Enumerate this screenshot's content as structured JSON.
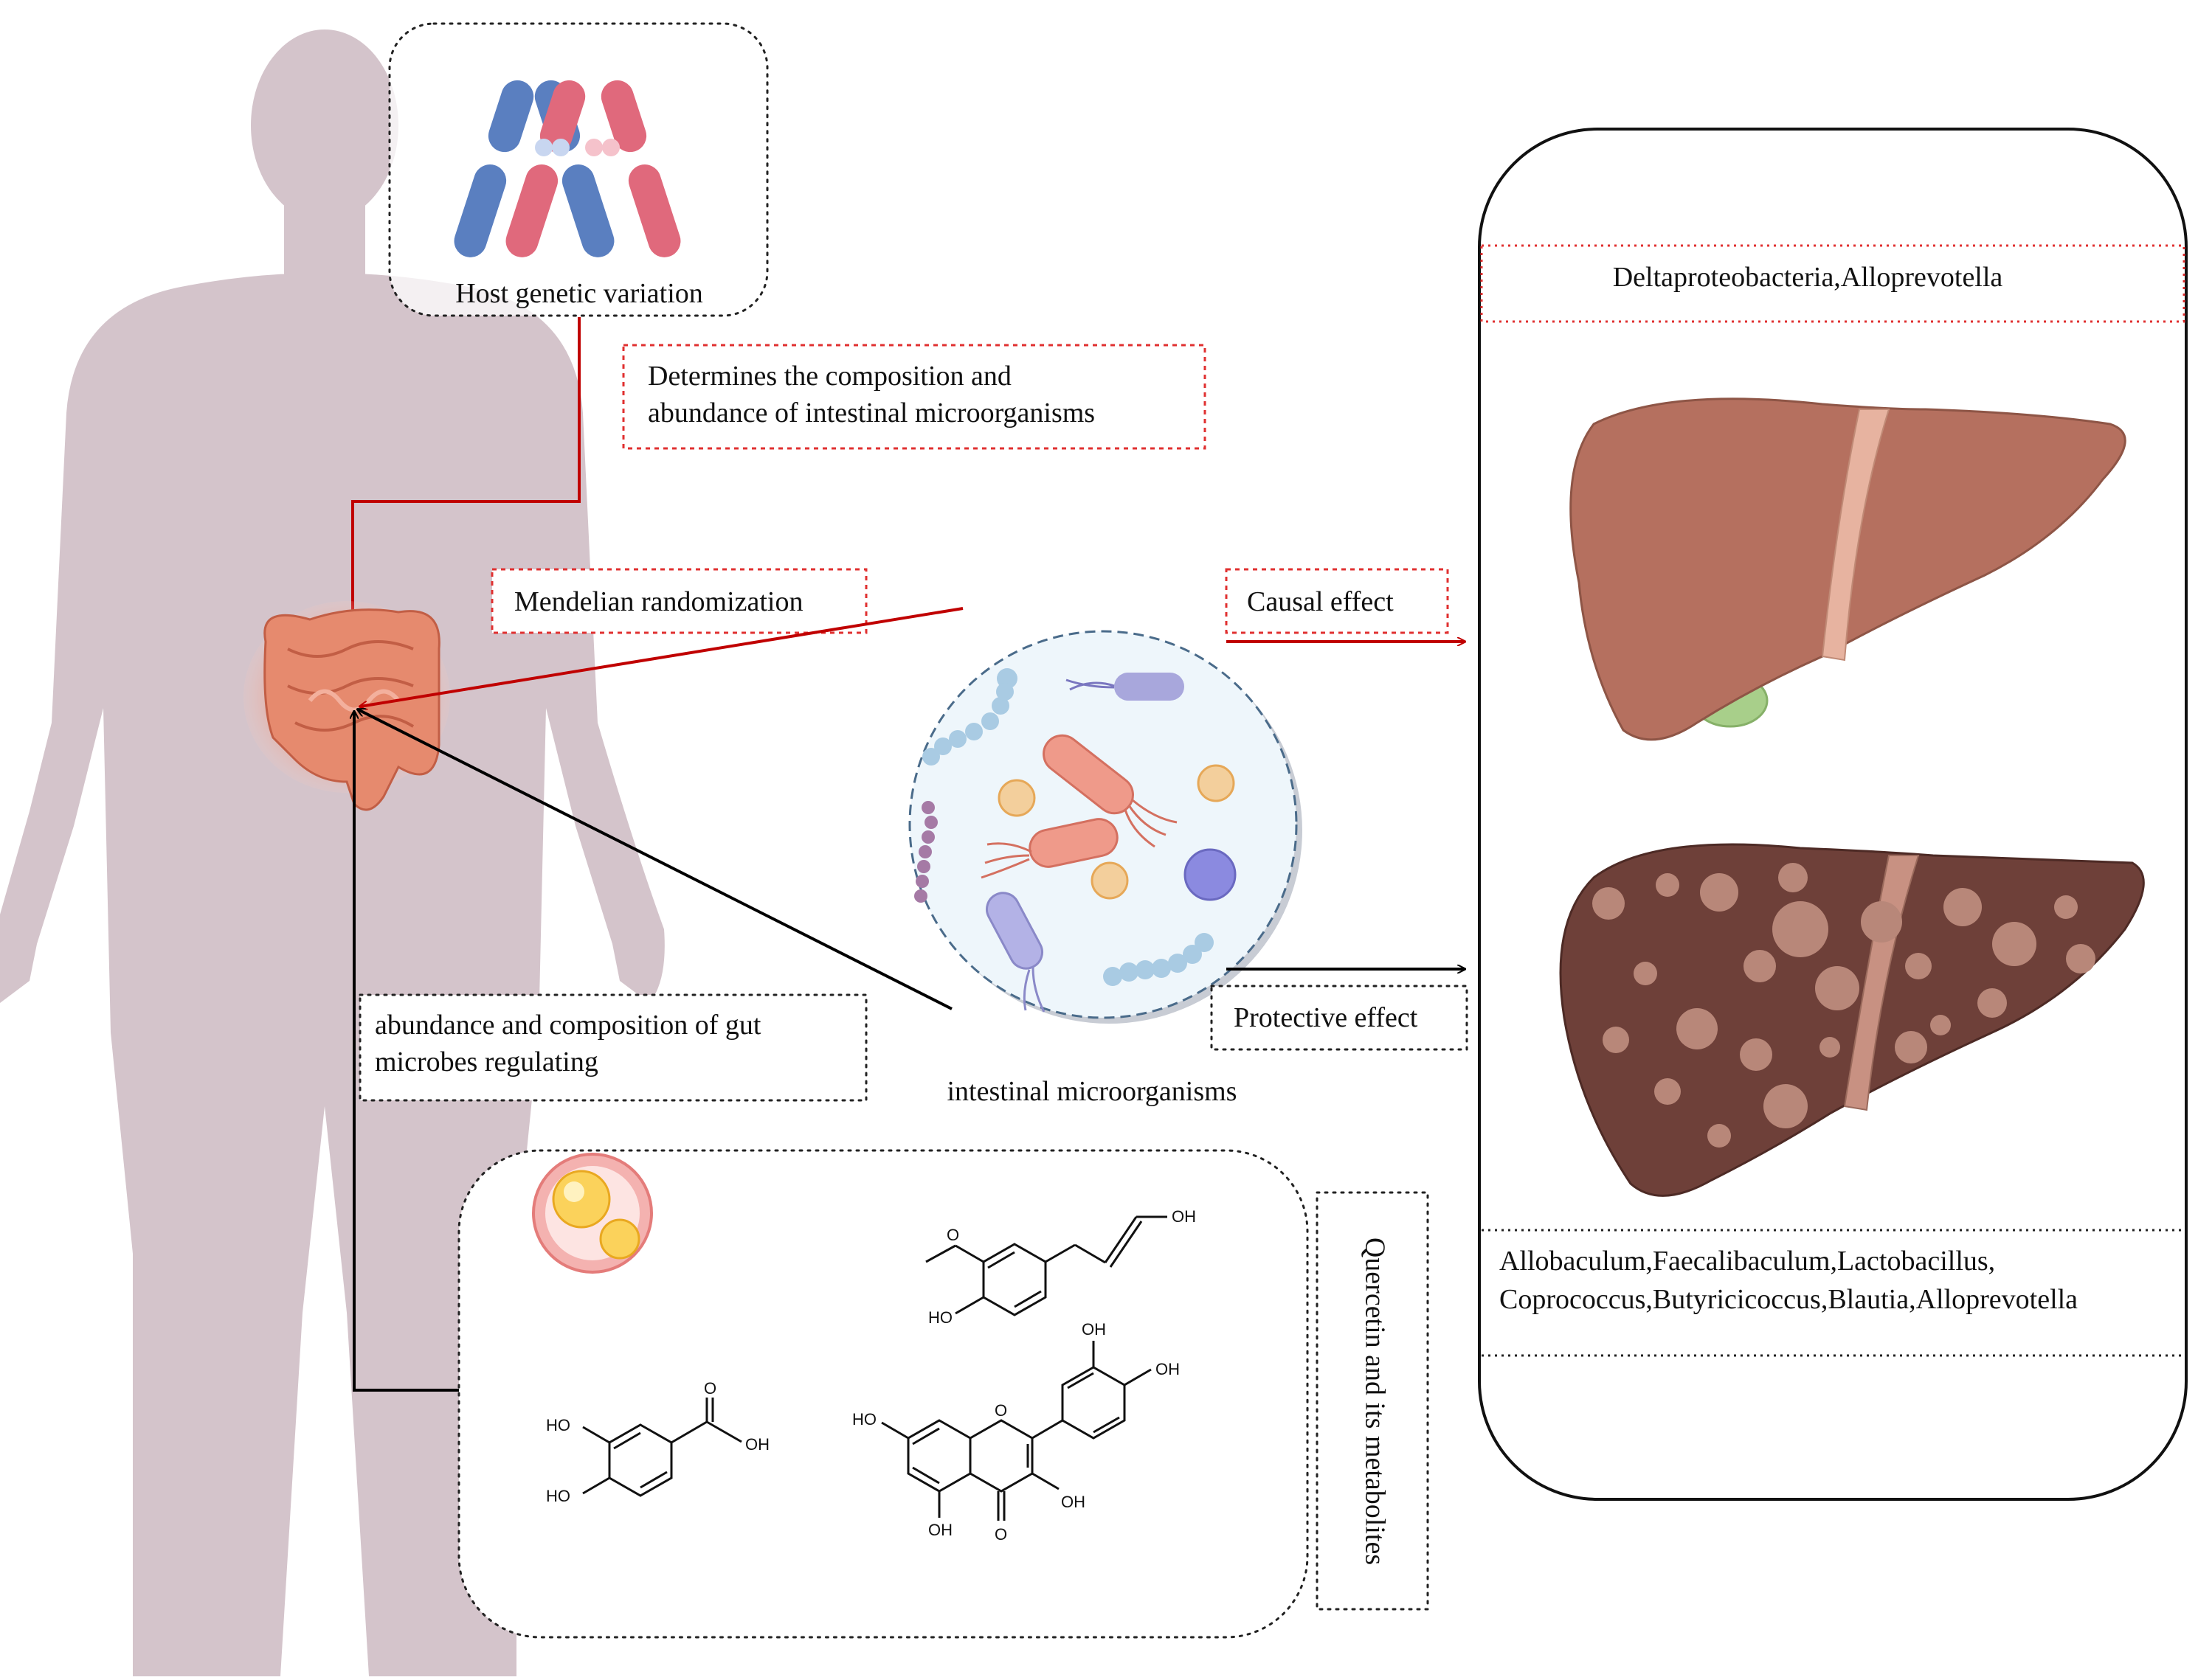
{
  "diagram": {
    "host_genetic_variation": "Host genetic variation",
    "determines_composition": [
      "Determines the composition and",
      "abundance of intestinal microorganisms"
    ],
    "mendelian_randomization": "Mendelian randomization",
    "causal_effect": "Causal effect",
    "protective_effect": "Protective effect",
    "gut_microbes_regulating": [
      "abundance and composition of gut",
      "microbes regulating"
    ],
    "intestinal_microorganisms": "intestinal microorganisms",
    "quercetin_metabolites": "Quercetin and its metabolites",
    "causal_taxa": "Deltaproteobacteria,Alloprevotella",
    "protective_taxa": [
      "Allobaculum,Faecalibaculum,Lactobacillus,",
      "Coprococcus,Butyricicoccus,Blautia,Alloprevotella"
    ],
    "chem_labels": {
      "oh": "OH",
      "ho": "HO",
      "o": "O"
    }
  },
  "colors": {
    "body_silhouette": "#d4c4cb",
    "red_arrow": "#c00000",
    "black_arrow": "#000000",
    "red_box_border": "#e03030",
    "microbe_circle_fill": "#eef6fb",
    "microbe_circle_border": "#4a6b8a",
    "healthy_liver": "#b5705f",
    "diseased_liver": "#6e4039",
    "nodule": "#b88779",
    "gallbladder": "#a8cf8a",
    "chromosome_blue": "#5a7fc0",
    "chromosome_pink": "#e0697c",
    "intestine": "#e68a6e"
  },
  "icons": [
    "human-silhouette",
    "chromosome-icon",
    "intestine-icon",
    "bacteria-icon",
    "liver-healthy-icon",
    "liver-cirrhotic-icon",
    "lipid-droplet-icon"
  ]
}
